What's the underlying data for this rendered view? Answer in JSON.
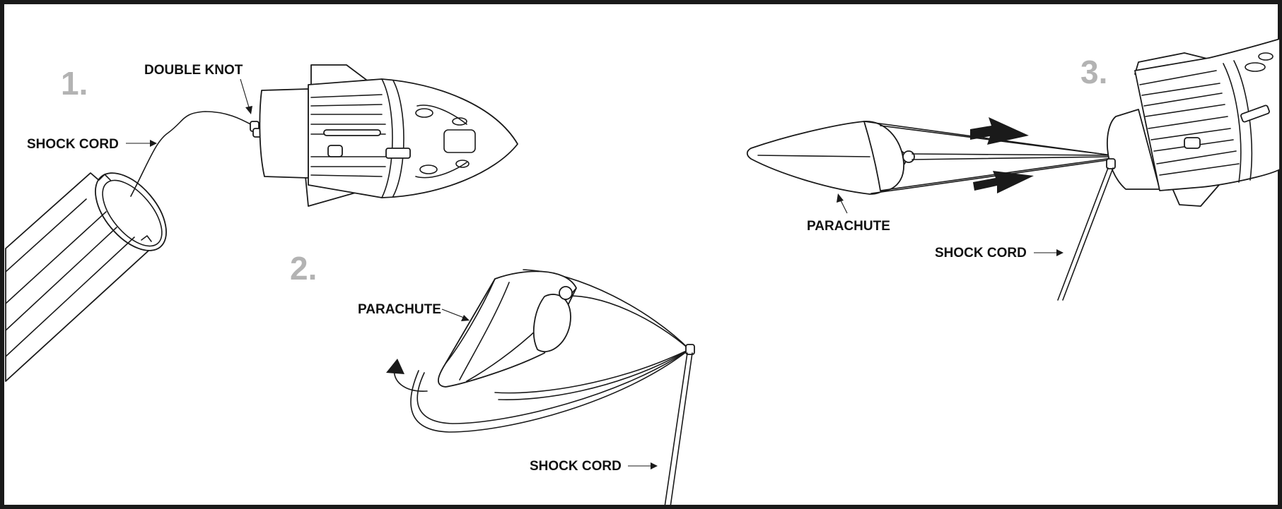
{
  "frame_color": "#1a1a1a",
  "steps": [
    {
      "number": "1.",
      "labels": {
        "shock_cord": "SHOCK CORD",
        "double_knot": "DOUBLE KNOT"
      }
    },
    {
      "number": "2.",
      "labels": {
        "parachute": "PARACHUTE",
        "shock_cord": "SHOCK CORD"
      }
    },
    {
      "number": "3.",
      "labels": {
        "parachute": "PARACHUTE",
        "shock_cord": "SHOCK CORD"
      }
    }
  ]
}
